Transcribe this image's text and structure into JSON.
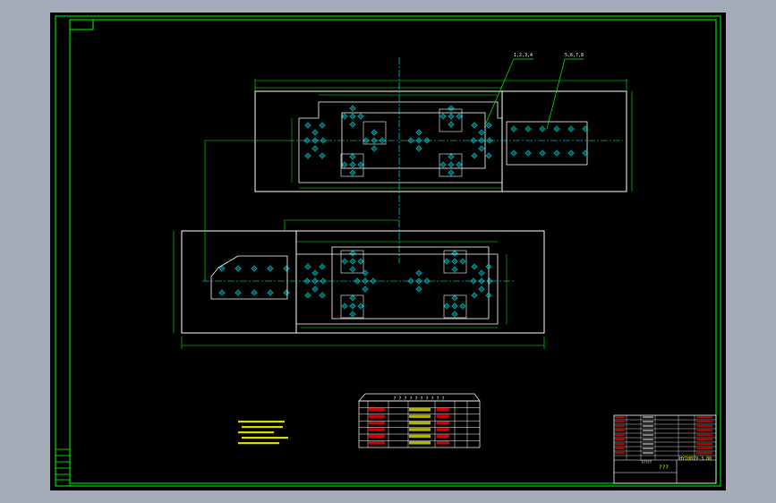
{
  "colors": {
    "window_bg": "#a4acba",
    "canvas_bg": "#000000",
    "frame": "#00ff00",
    "outline": "#ffffff",
    "dimension": "#00ff00",
    "center_line": "#00ffff",
    "hole": "#00ffff",
    "part_outline": "#ffffff",
    "text": "#ffff00",
    "table_fill": "#ff0000"
  },
  "labels": {
    "leader_a": "1,2,3,4",
    "leader_b": "5,6,7,8",
    "table_title": "? ? ? ? ? ? ? ? ? ?",
    "title_code": "HY10019-3.00",
    "title_mark": "???",
    "title_sub": "?????"
  }
}
